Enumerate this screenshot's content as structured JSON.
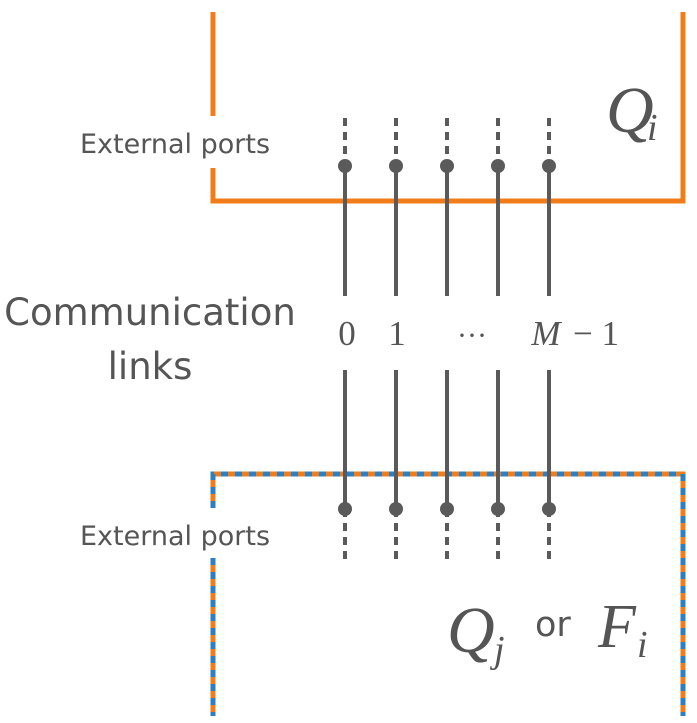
{
  "top_box": {
    "label_main": "Q",
    "label_sub": "i",
    "color": "#f07d1a",
    "ports_label": "External ports"
  },
  "middle": {
    "caption_line1": "Communication",
    "caption_line2": "links",
    "link_labels": [
      "0",
      "1",
      "···",
      "M",
      "− 1"
    ],
    "line_color": "#5a5a5a"
  },
  "bottom_box": {
    "label_q": "Q",
    "label_q_sub": "j",
    "label_or": "or",
    "label_f": "F",
    "label_f_sub": "i",
    "color_a": "#f07d1a",
    "color_b": "#2d7fc1",
    "ports_label": "External ports"
  },
  "text_color": "#555555"
}
